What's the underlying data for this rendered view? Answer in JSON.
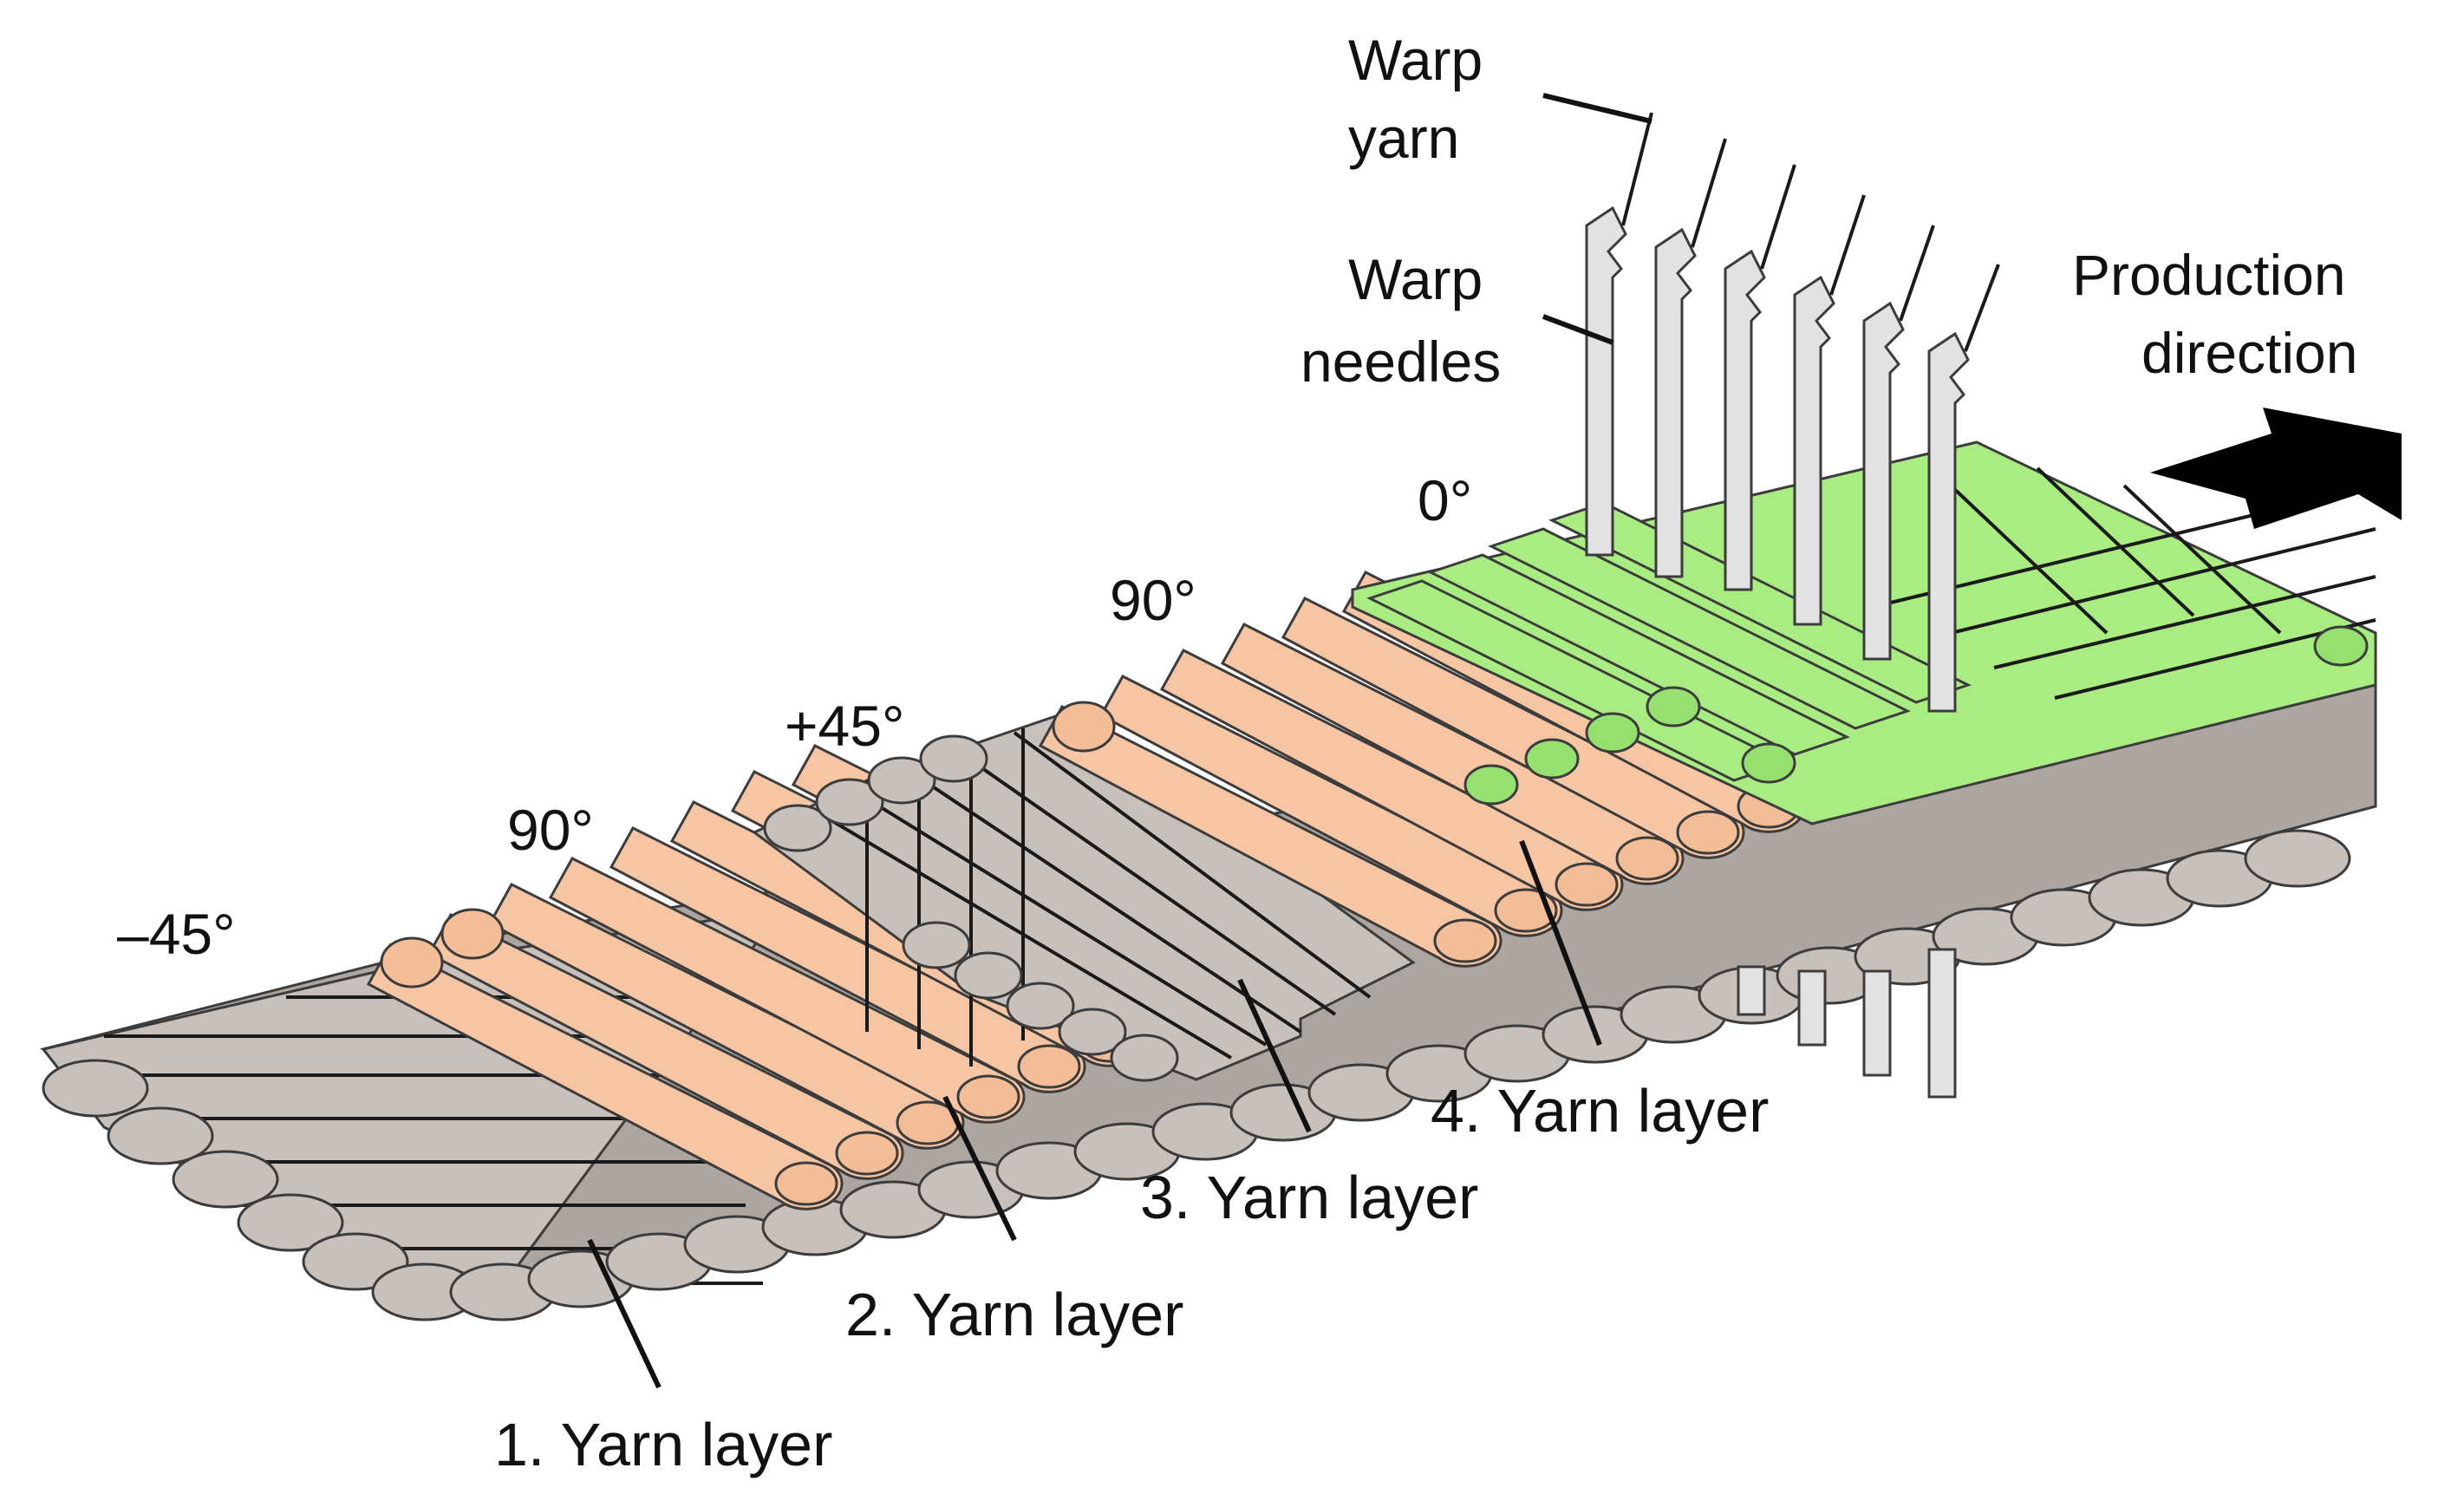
{
  "labels": {
    "warp_yarn": [
      "Warp",
      "yarn"
    ],
    "warp_needles": [
      "Warp",
      "needles"
    ],
    "production_direction": [
      "Production",
      "direction"
    ],
    "angle_minus45": "–45°",
    "angle_90_first": "90°",
    "angle_plus45": "+45°",
    "angle_90_second": "90°",
    "angle_0": "0°",
    "layer_1": "1. Yarn layer",
    "layer_2": "2. Yarn layer",
    "layer_3": "3. Yarn layer",
    "layer_4": "4. Yarn layer"
  },
  "colors": {
    "grey_yarn": "#c8c0bb",
    "peach_yarn": "#f6c6a4",
    "green_yarn": "#a8ec82",
    "needle": "#e2e2e2",
    "arrow": "#000000"
  }
}
